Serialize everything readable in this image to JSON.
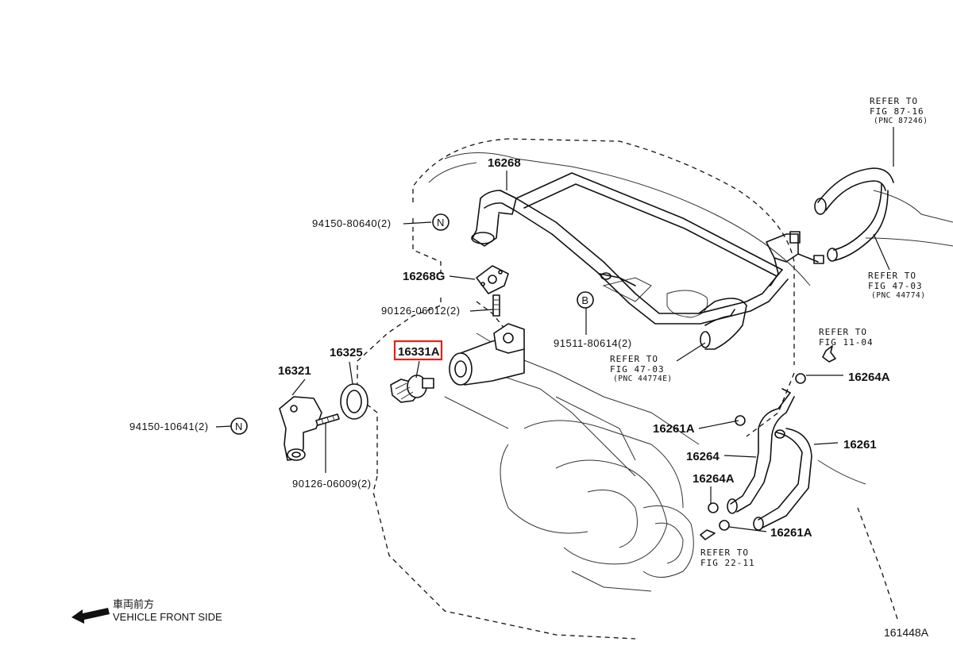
{
  "labels": {
    "p16268": "16268",
    "p94150_80640": "94150-80640(2)",
    "p16268G": "16268G",
    "p90126_06012": "90126-06012(2)",
    "p16325": "16325",
    "p16331A": "16331A",
    "p16321": "16321",
    "p94150_10641": "94150-10641(2)",
    "p90126_06009": "90126-06009(2)",
    "p91511_80614": "91511-80614(2)",
    "p16264A_top": "16264A",
    "p16261A_mid": "16261A",
    "p16261": "16261",
    "p16264": "16264",
    "p16264A_bottom": "16264A",
    "p16261A_bottom": "16261A"
  },
  "symbols": {
    "n1": "N",
    "n2": "N",
    "b": "B"
  },
  "refs": {
    "r1": {
      "l1": "REFER TO",
      "l2": "FIG 87-16",
      "l3": "(PNC 87246)"
    },
    "r2": {
      "l1": "REFER TO",
      "l2": "FIG 47-03",
      "l3": "(PNC 44774)"
    },
    "r3": {
      "l1": "REFER TO",
      "l2": "FIG 47-03",
      "l3": "(PNC 44774E)"
    },
    "r4": {
      "l1": "REFER TO",
      "l2": "FIG 11-04"
    },
    "r5": {
      "l1": "REFER TO",
      "l2": "FIG 22-11"
    }
  },
  "caption": {
    "jp": "車両前方",
    "en": "VEHICLE FRONT SIDE"
  },
  "figure_id": "161448A",
  "highlight": {
    "part": "16331A",
    "color": "#e2231a"
  }
}
